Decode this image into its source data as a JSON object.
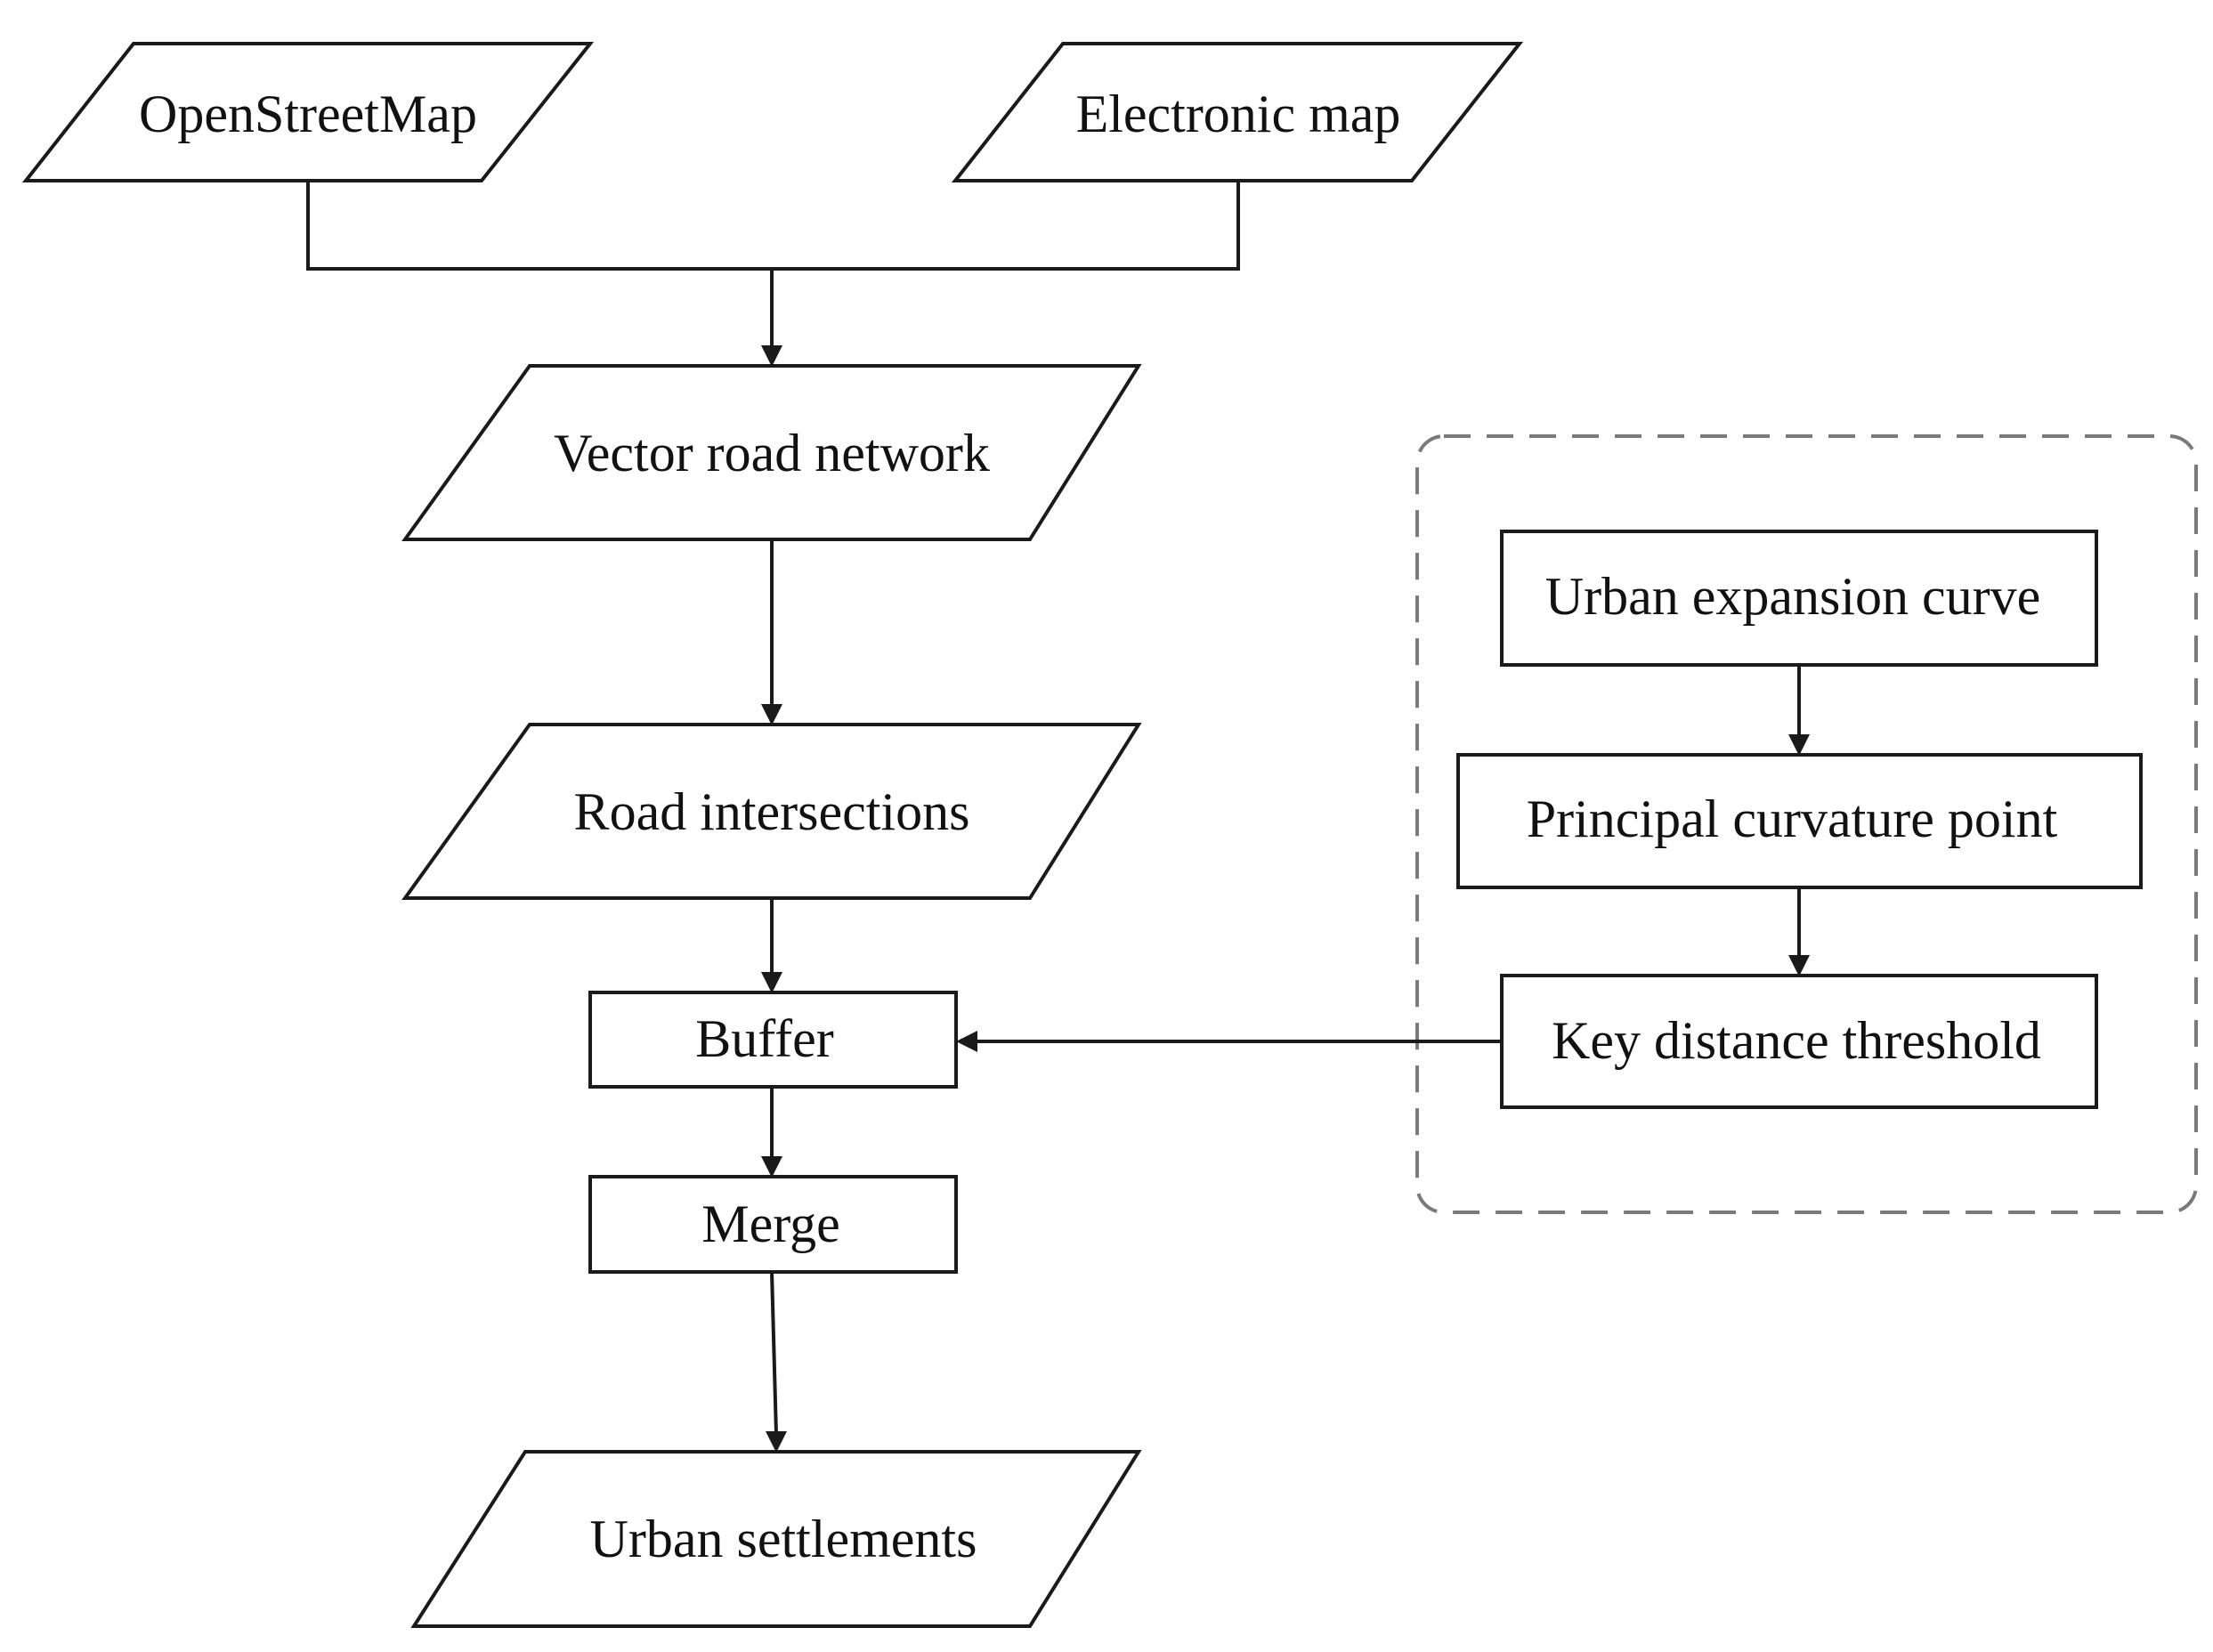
{
  "diagram": {
    "nodes": {
      "openstreetmap": "OpenStreetMap",
      "electronic_map": "Electronic map",
      "vector_road_network": "Vector road network",
      "road_intersections": "Road intersections",
      "buffer": "Buffer",
      "merge": "Merge",
      "urban_settlements": "Urban settlements",
      "urban_expansion_curve": "Urban expansion curve",
      "principal_curvature_point": "Principal curvature point",
      "key_distance_threshold": "Key distance threshold"
    },
    "edges": [
      {
        "from": "openstreetmap",
        "to": "vector_road_network"
      },
      {
        "from": "electronic_map",
        "to": "vector_road_network"
      },
      {
        "from": "vector_road_network",
        "to": "road_intersections"
      },
      {
        "from": "road_intersections",
        "to": "buffer"
      },
      {
        "from": "buffer",
        "to": "merge"
      },
      {
        "from": "merge",
        "to": "urban_settlements"
      },
      {
        "from": "urban_expansion_curve",
        "to": "principal_curvature_point"
      },
      {
        "from": "principal_curvature_point",
        "to": "key_distance_threshold"
      },
      {
        "from": "key_distance_threshold",
        "to": "buffer"
      }
    ],
    "group": {
      "members": [
        "urban_expansion_curve",
        "principal_curvature_point",
        "key_distance_threshold"
      ],
      "style": "dashed rounded border"
    },
    "shapes": {
      "parallelogram": "data input/output",
      "rectangle": "process step"
    }
  }
}
